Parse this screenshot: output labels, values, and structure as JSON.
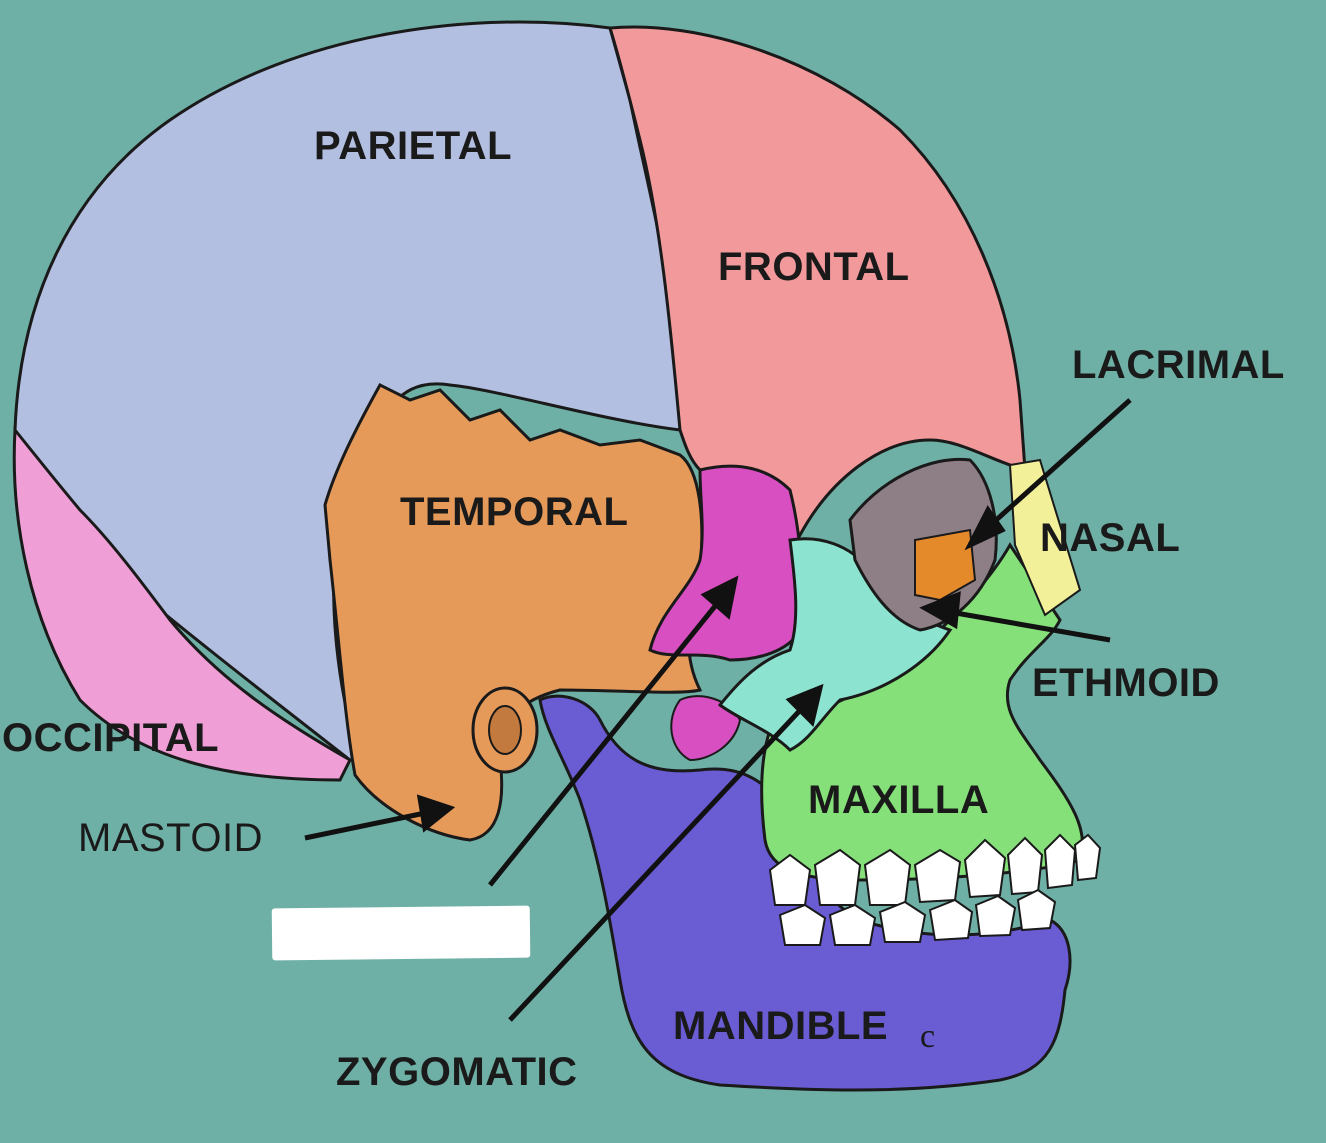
{
  "diagram": {
    "labels": {
      "parietal": "PARIETAL",
      "frontal": "FRONTAL",
      "lacrimal": "LACRIMAL",
      "temporal": "TEMPORAL",
      "nasal": "NASAL",
      "ethmoid": "ETHMOID",
      "occipital": "OCCIPITAL",
      "maxilla": "MAXILLA",
      "mastoid": "MASTOID",
      "mandible": "MANDIBLE",
      "zygomatic": "ZYGOMATIC",
      "mandible_mark": "c"
    },
    "blank_label_box": ""
  },
  "colors": {
    "background": "#6fb0a6",
    "parietal": "#b3bfe0",
    "frontal": "#f29a9b",
    "temporal": "#e59a5a",
    "sphenoid": "#d84fc2",
    "occipital": "#ef9fd6",
    "zygomatic": "#8ce3cf",
    "maxilla": "#86e07a",
    "mandible": "#6a5cd3",
    "nasal": "#f3f09a",
    "lacrimal": "#e58a2b",
    "ethmoid": "#8e7e86",
    "teeth": "#ffffff",
    "outline": "#1a1a1a"
  }
}
